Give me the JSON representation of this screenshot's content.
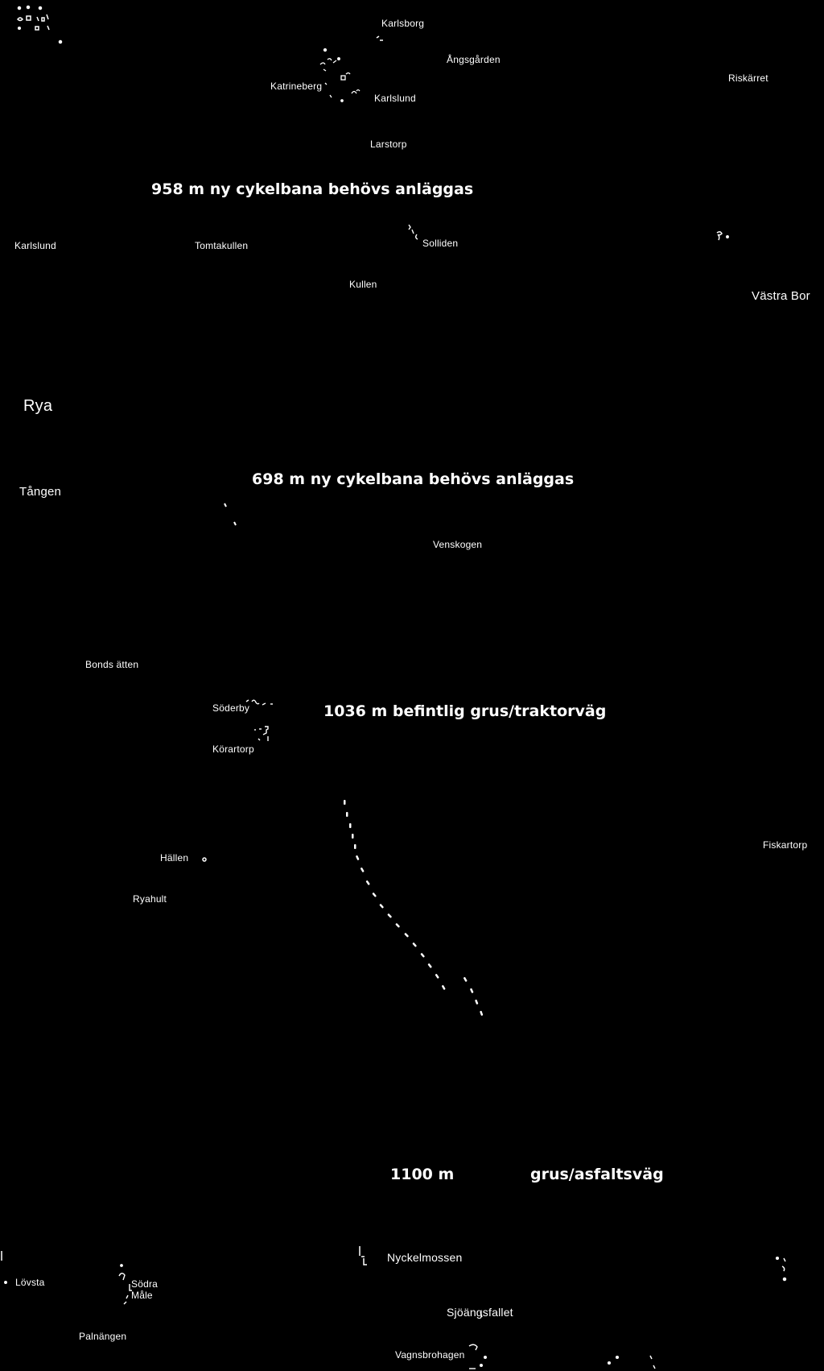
{
  "colors": {
    "background": "#000000",
    "text": "#ffffff"
  },
  "places": {
    "karlsborg": "Karlsborg",
    "angsgarden": "Ångsgården",
    "katrineberg": "Katrineberg",
    "karlslund_north": "Karlslund",
    "riskarret": "Riskärret",
    "larstorp": "Larstorp",
    "karlslund_west": "Karlslund",
    "tomtakullen": "Tomtakullen",
    "solliden": "Solliden",
    "kullen": "Kullen",
    "vastra_bor": "Västra Bor",
    "rya": "Rya",
    "tangen": "Tången",
    "venskogen": "Venskogen",
    "bonds_atten": "Bonds ätten",
    "soderby": "Söderby",
    "korartorp": "Körartorp",
    "hallen": "Hällen",
    "fiskartorp": "Fiskartorp",
    "ryahult": "Ryahult",
    "nyckelmossen": "Nyckelmossen",
    "lovsta": "Lövsta",
    "sodra": "Södra",
    "male": "Måle",
    "sjoangsfallet": "Sjöängsfallet",
    "palnangen": "Palnängen",
    "vagnsbrohagen": "Vagnsbrohagen"
  },
  "route_labels": {
    "segment_958": "958 m ny cykelbana behövs anläggas",
    "segment_698": "698 m ny cykelbana behövs anläggas",
    "segment_1036": "1036 m befintlig grus/traktorväg",
    "segment_1100_distance": "1100  m",
    "segment_1100_type": "grus/asfaltsväg"
  },
  "features": {
    "dotted_path_icon": "dotted-route-line",
    "building_icon": "small-building-glyph"
  }
}
